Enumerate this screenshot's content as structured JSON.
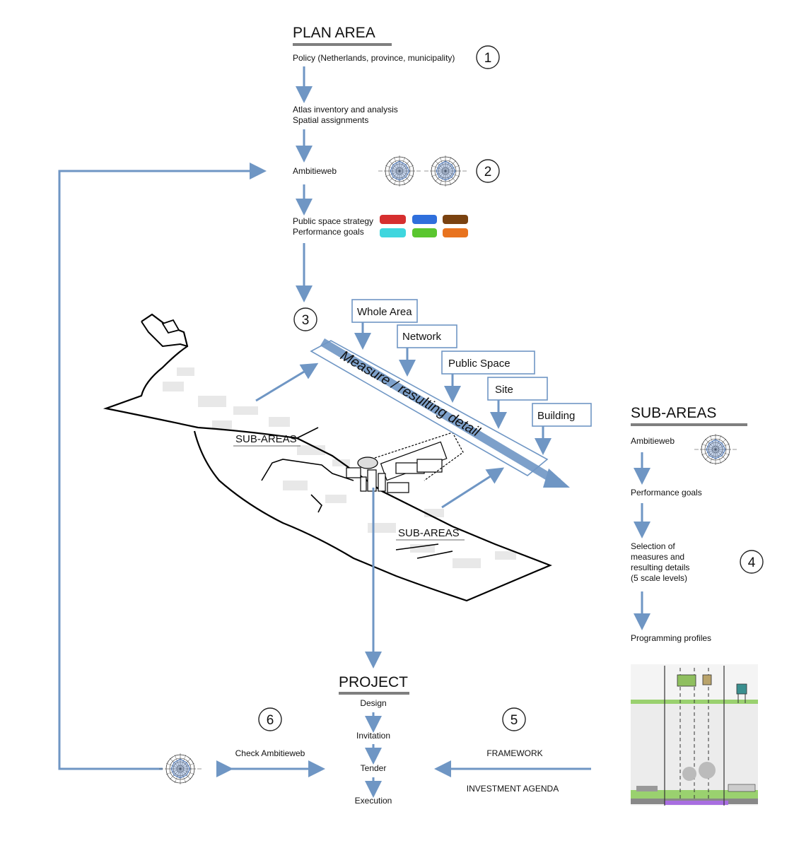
{
  "plan_area": {
    "title": "PLAN AREA",
    "step1": "Policy (Netherlands, province, municipality)",
    "step2_line1": "Atlas inventory and analysis",
    "step2_line2": "Spatial assignments",
    "step3": "Ambitieweb",
    "step4_line1": "Public space strategy",
    "step4_line2": "Performance goals",
    "theme_colors": [
      "#d62f2f",
      "#2f6fdc",
      "#7a4210",
      "#3fd6de",
      "#5ac62f",
      "#e8731f"
    ]
  },
  "numbers": {
    "n1": "1",
    "n2": "2",
    "n3": "3",
    "n4": "4",
    "n5": "5",
    "n6": "6"
  },
  "scale_boxes": {
    "whole_area": "Whole Area",
    "network": "Network",
    "public_space": "Public Space",
    "site": "Site",
    "building": "Building",
    "band_label": "Measure / resulting detail"
  },
  "map_labels": {
    "sub_areas_1": "SUB-AREAS",
    "sub_areas_2": "SUB-AREAS"
  },
  "sub_areas": {
    "title": "SUB-AREAS",
    "step1": "Ambitieweb",
    "step2": "Performance goals",
    "step3_line1": "Selection of",
    "step3_line2": "measures and",
    "step3_line3": "resulting details",
    "step3_line4": "(5 scale levels)",
    "step4": "Programming profiles"
  },
  "project": {
    "title": "PROJECT",
    "steps": [
      "Design",
      "Invitation",
      "Tender",
      "Execution"
    ]
  },
  "feedback": {
    "check": "Check Ambitieweb",
    "framework": "FRAMEWORK",
    "investment": "INVESTMENT AGENDA"
  },
  "icons": {
    "radar": "radar-chart-icon",
    "section": "street-section-illustration"
  },
  "accent_color": "#6f96c4"
}
